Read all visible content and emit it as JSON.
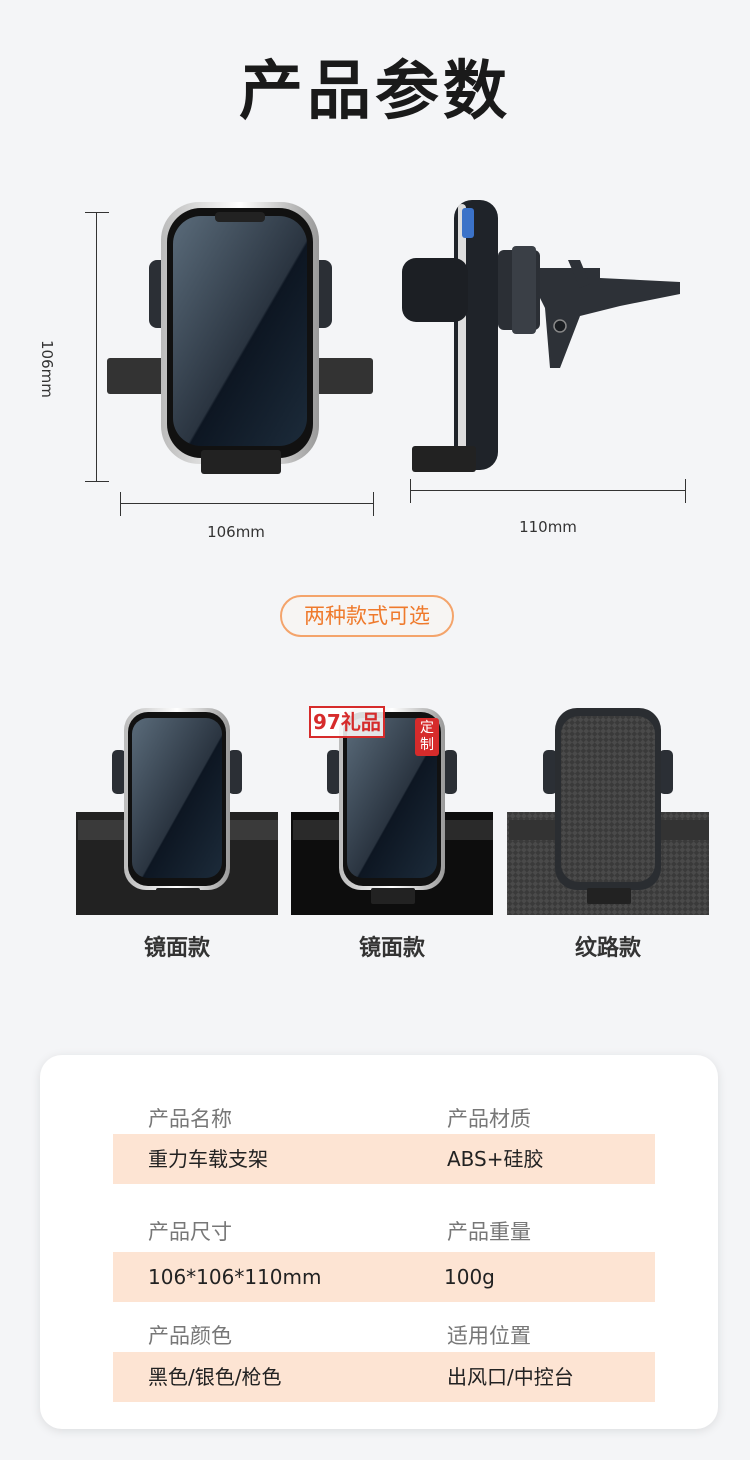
{
  "title": "产品参数",
  "dimensions": {
    "height_label": "106mm",
    "front_width_label": "106mm",
    "side_depth_label": "110mm"
  },
  "options_badge": "两种款式可选",
  "watermark": {
    "brand": "97礼品",
    "tag": "定制"
  },
  "variants": [
    {
      "label": "镜面款"
    },
    {
      "label": "镜面款"
    },
    {
      "label": "纹路款"
    }
  ],
  "specs": {
    "rows": [
      {
        "left_head": "产品名称",
        "right_head": "产品材质",
        "left_value": "重力车载支架",
        "right_value": "ABS+硅胶"
      },
      {
        "left_head": "产品尺寸",
        "right_head": "产品重量",
        "left_value": "106*106*110mm",
        "right_value": "100g"
      },
      {
        "left_head": "产品颜色",
        "right_head": "适用位置",
        "left_value": "黑色/银色/枪色",
        "right_value": "出风口/中控台"
      }
    ]
  },
  "colors": {
    "accent": "#ef7a2c",
    "band": "#fde4d3"
  }
}
